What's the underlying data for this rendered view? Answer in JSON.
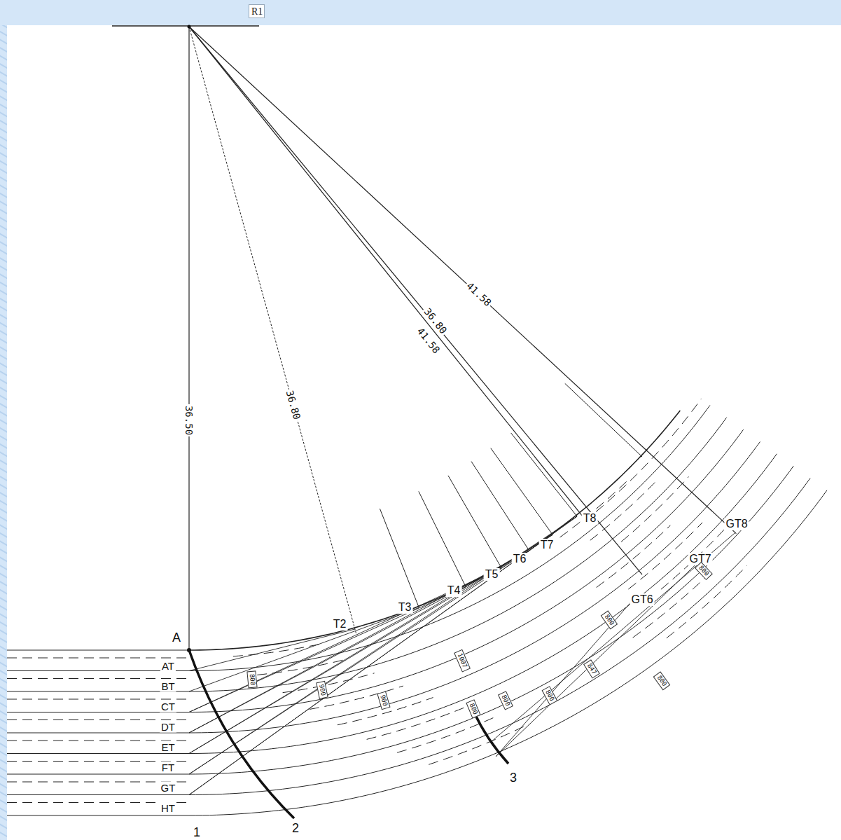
{
  "diagram": {
    "nodes": [
      {
        "text": [
          "R1"
        ]
      }
    ],
    "labels": [
      "36.50",
      "36.80",
      "36.80",
      "41.58",
      "41.58",
      "A",
      "AT",
      "BT",
      "CT",
      "DT",
      "ET",
      "FT",
      "GT",
      "HT",
      "T2",
      "T3",
      "T4",
      "T5",
      "T6",
      "T7",
      "T8",
      "GT6",
      "GT7",
      "GT8",
      "1",
      "2",
      "3",
      "800",
      "900",
      "900",
      "1007",
      "800",
      "800",
      "800",
      "847",
      "800",
      "800",
      "800"
    ]
  }
}
